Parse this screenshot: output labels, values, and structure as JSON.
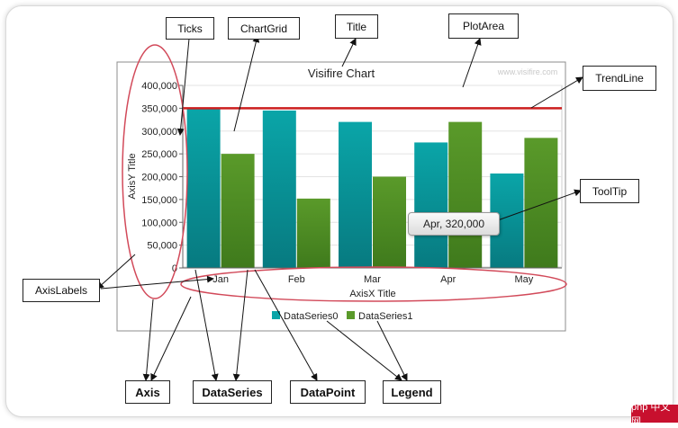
{
  "chart_data": {
    "type": "bar",
    "title": "Visifire Chart",
    "watermark": "www.visifire.com",
    "xlabel": "AxisX Title",
    "ylabel": "AxisY Title",
    "categories": [
      "Jan",
      "Feb",
      "Mar",
      "Apr",
      "May"
    ],
    "y_ticks": [
      "0",
      "50,000",
      "100,000",
      "150,000",
      "200,000",
      "250,000",
      "300,000",
      "350,000",
      "400,000"
    ],
    "ylim": [
      0,
      400000
    ],
    "series": [
      {
        "name": "DataSeries0",
        "values": [
          350000,
          345000,
          320000,
          275000,
          207000
        ],
        "color": "#0aa5a8"
      },
      {
        "name": "DataSeries1",
        "values": [
          250000,
          152000,
          200000,
          320000,
          285000
        ],
        "color": "#5a9a2a"
      }
    ],
    "trendline": {
      "value": 350000,
      "color": "#cc1f1f"
    },
    "tooltip": "Apr, 320,000",
    "legend_placement": "bottom",
    "grid": true
  },
  "callouts": {
    "ticks": "Ticks",
    "chartgrid": "ChartGrid",
    "title": "Title",
    "plotarea": "PlotArea",
    "trendline": "TrendLine",
    "tooltip": "ToolTip",
    "axislabels": "AxisLabels",
    "axis": "Axis",
    "dataseries": "DataSeries",
    "datapoint": "DataPoint",
    "legend": "Legend"
  },
  "corner_watermark": "php 中文网",
  "colors": {
    "annotation_ellipse": "#d24a5a",
    "frame": "#8c8c8c"
  }
}
